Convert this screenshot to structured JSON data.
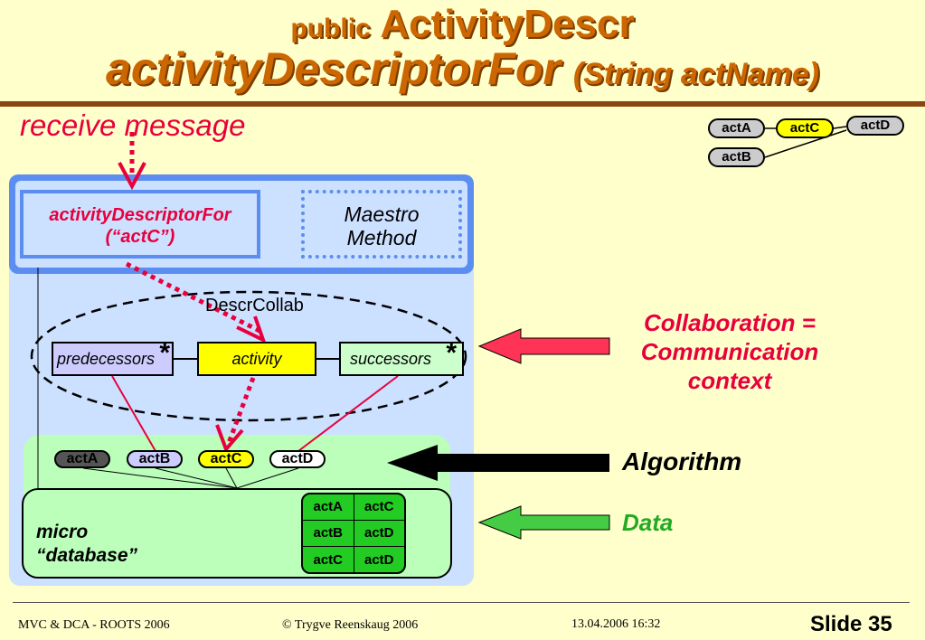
{
  "title": {
    "line1_small": "public",
    "line1_big": "ActivityDescr",
    "line2_big": "activityDescriptorFor",
    "line2_small": "(String actName)"
  },
  "receive_label": "receive message",
  "method_box": {
    "line1": "activityDescriptorFor",
    "line2": "(“actC”)"
  },
  "maestro_box": {
    "line1": "Maestro",
    "line2": "Method"
  },
  "collab_name": "DescrCollab",
  "roles": {
    "predecessors": "predecessors",
    "activity": "activity",
    "successors": "successors",
    "star": "*"
  },
  "activities": [
    "actA",
    "actB",
    "actC",
    "actD"
  ],
  "database": {
    "label_line1": "micro",
    "label_line2": "“database”",
    "rows": [
      [
        "actA",
        "actC"
      ],
      [
        "actB",
        "actD"
      ],
      [
        "actC",
        "actD"
      ]
    ]
  },
  "mini_graph": {
    "nodes": [
      "actA",
      "actC",
      "actD",
      "actB"
    ]
  },
  "labels": {
    "collab_line1": "Collaboration =",
    "collab_line2": "Communication",
    "collab_line3": "context",
    "algorithm": "Algorithm",
    "data": "Data"
  },
  "footer": {
    "left": "MVC & DCA - ROOTS 2006",
    "center": "© Trygve Reenskaug 2006",
    "date": "13.04.2006 16:32",
    "slide": "Slide 35"
  },
  "colors": {
    "title": "#cc6600",
    "accent_red": "#e8003c",
    "blue_frame": "#5b8ef0",
    "green": "#22cc22",
    "yellow": "#ffff00"
  }
}
